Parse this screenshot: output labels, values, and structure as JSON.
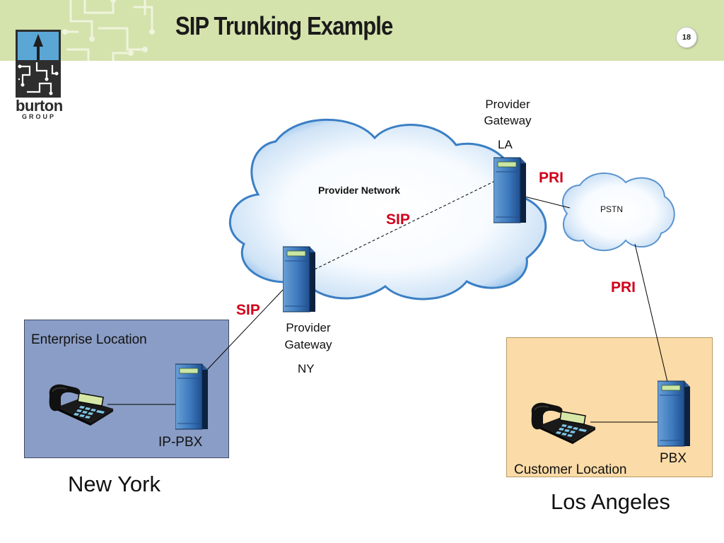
{
  "slide": {
    "title": "SIP Trunking Example",
    "page_number": "18"
  },
  "logo": {
    "word": "burton",
    "sub": "GROUP"
  },
  "diagram": {
    "provider_network": "Provider Network",
    "pstn": "PSTN",
    "gateway_la": {
      "line1": "Provider",
      "line2": "Gateway",
      "site": "LA"
    },
    "gateway_ny": {
      "line1": "Provider",
      "line2": "Gateway",
      "site": "NY"
    },
    "sip_core": "SIP",
    "sip_ny": "SIP",
    "pri_la": "PRI",
    "pri_pbx": "PRI",
    "enterprise_location": "Enterprise Location",
    "ip_pbx": "IP-PBX",
    "customer_location": "Customer Location",
    "pbx": "PBX",
    "city_ny": "New York",
    "city_la": "Los Angeles"
  },
  "colors": {
    "header_bg": "#d4e2ac",
    "protocol_red": "#d0021b",
    "enterprise_box": "#8a9dc6",
    "customer_box": "#fbdba7",
    "cloud_edge": "#3b7fc4"
  },
  "icons": [
    "server-icon",
    "desk-phone-icon",
    "cloud-icon",
    "burton-group-logo"
  ]
}
